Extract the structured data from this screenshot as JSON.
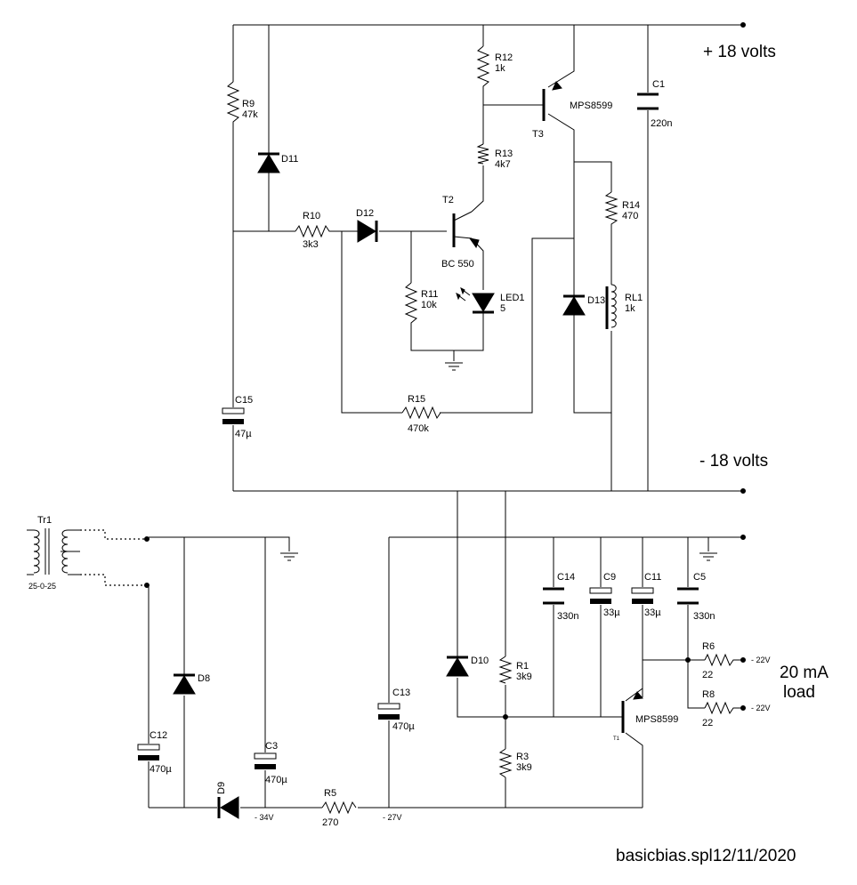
{
  "rails": {
    "positive": "+ 18 volts",
    "negative": "- 18 volts"
  },
  "load_label": {
    "line1": "20 mA",
    "line2": "load"
  },
  "footer": "basicbias.spl12/11/2020",
  "transformer": {
    "ref": "Tr1",
    "value": "25-0-25"
  },
  "nodes": {
    "minus34": "- 34V",
    "minus27": "- 27V",
    "out1": "- 22V",
    "out2": "- 22V"
  },
  "components": {
    "R9": {
      "ref": "R9",
      "value": "47k"
    },
    "R10": {
      "ref": "R10",
      "value": "3k3"
    },
    "R11": {
      "ref": "R11",
      "value": "10k"
    },
    "R12": {
      "ref": "R12",
      "value": "1k"
    },
    "R13": {
      "ref": "R13",
      "value": "4k7"
    },
    "R14": {
      "ref": "R14",
      "value": "470"
    },
    "R15": {
      "ref": "R15",
      "value": "470k"
    },
    "R1": {
      "ref": "R1",
      "value": "3k9"
    },
    "R3": {
      "ref": "R3",
      "value": "3k9"
    },
    "R5": {
      "ref": "R5",
      "value": "270"
    },
    "R6": {
      "ref": "R6",
      "value": "22"
    },
    "R8": {
      "ref": "R8",
      "value": "22"
    },
    "C1": {
      "ref": "C1",
      "value": "220n"
    },
    "C15": {
      "ref": "C15",
      "value": "47µ"
    },
    "C12": {
      "ref": "C12",
      "value": "470µ"
    },
    "C3": {
      "ref": "C3",
      "value": "470µ"
    },
    "C13": {
      "ref": "C13",
      "value": "470µ"
    },
    "C14": {
      "ref": "C14",
      "value": "330n"
    },
    "C9": {
      "ref": "C9",
      "value": "33µ"
    },
    "C11": {
      "ref": "C11",
      "value": "33µ"
    },
    "C5": {
      "ref": "C5",
      "value": "330n"
    },
    "D8": {
      "ref": "D8"
    },
    "D9": {
      "ref": "D9"
    },
    "D10": {
      "ref": "D10"
    },
    "D11": {
      "ref": "D11"
    },
    "D12": {
      "ref": "D12"
    },
    "D13": {
      "ref": "D13"
    },
    "LED1": {
      "ref": "LED1",
      "value": "5"
    },
    "RL1": {
      "ref": "RL1",
      "value": "1k"
    },
    "T1": {
      "ref": "T1",
      "value": "MPS8599"
    },
    "T2": {
      "ref": "T2",
      "value": "BC 550"
    },
    "T3": {
      "ref": "T3",
      "value": "MPS8599"
    }
  }
}
